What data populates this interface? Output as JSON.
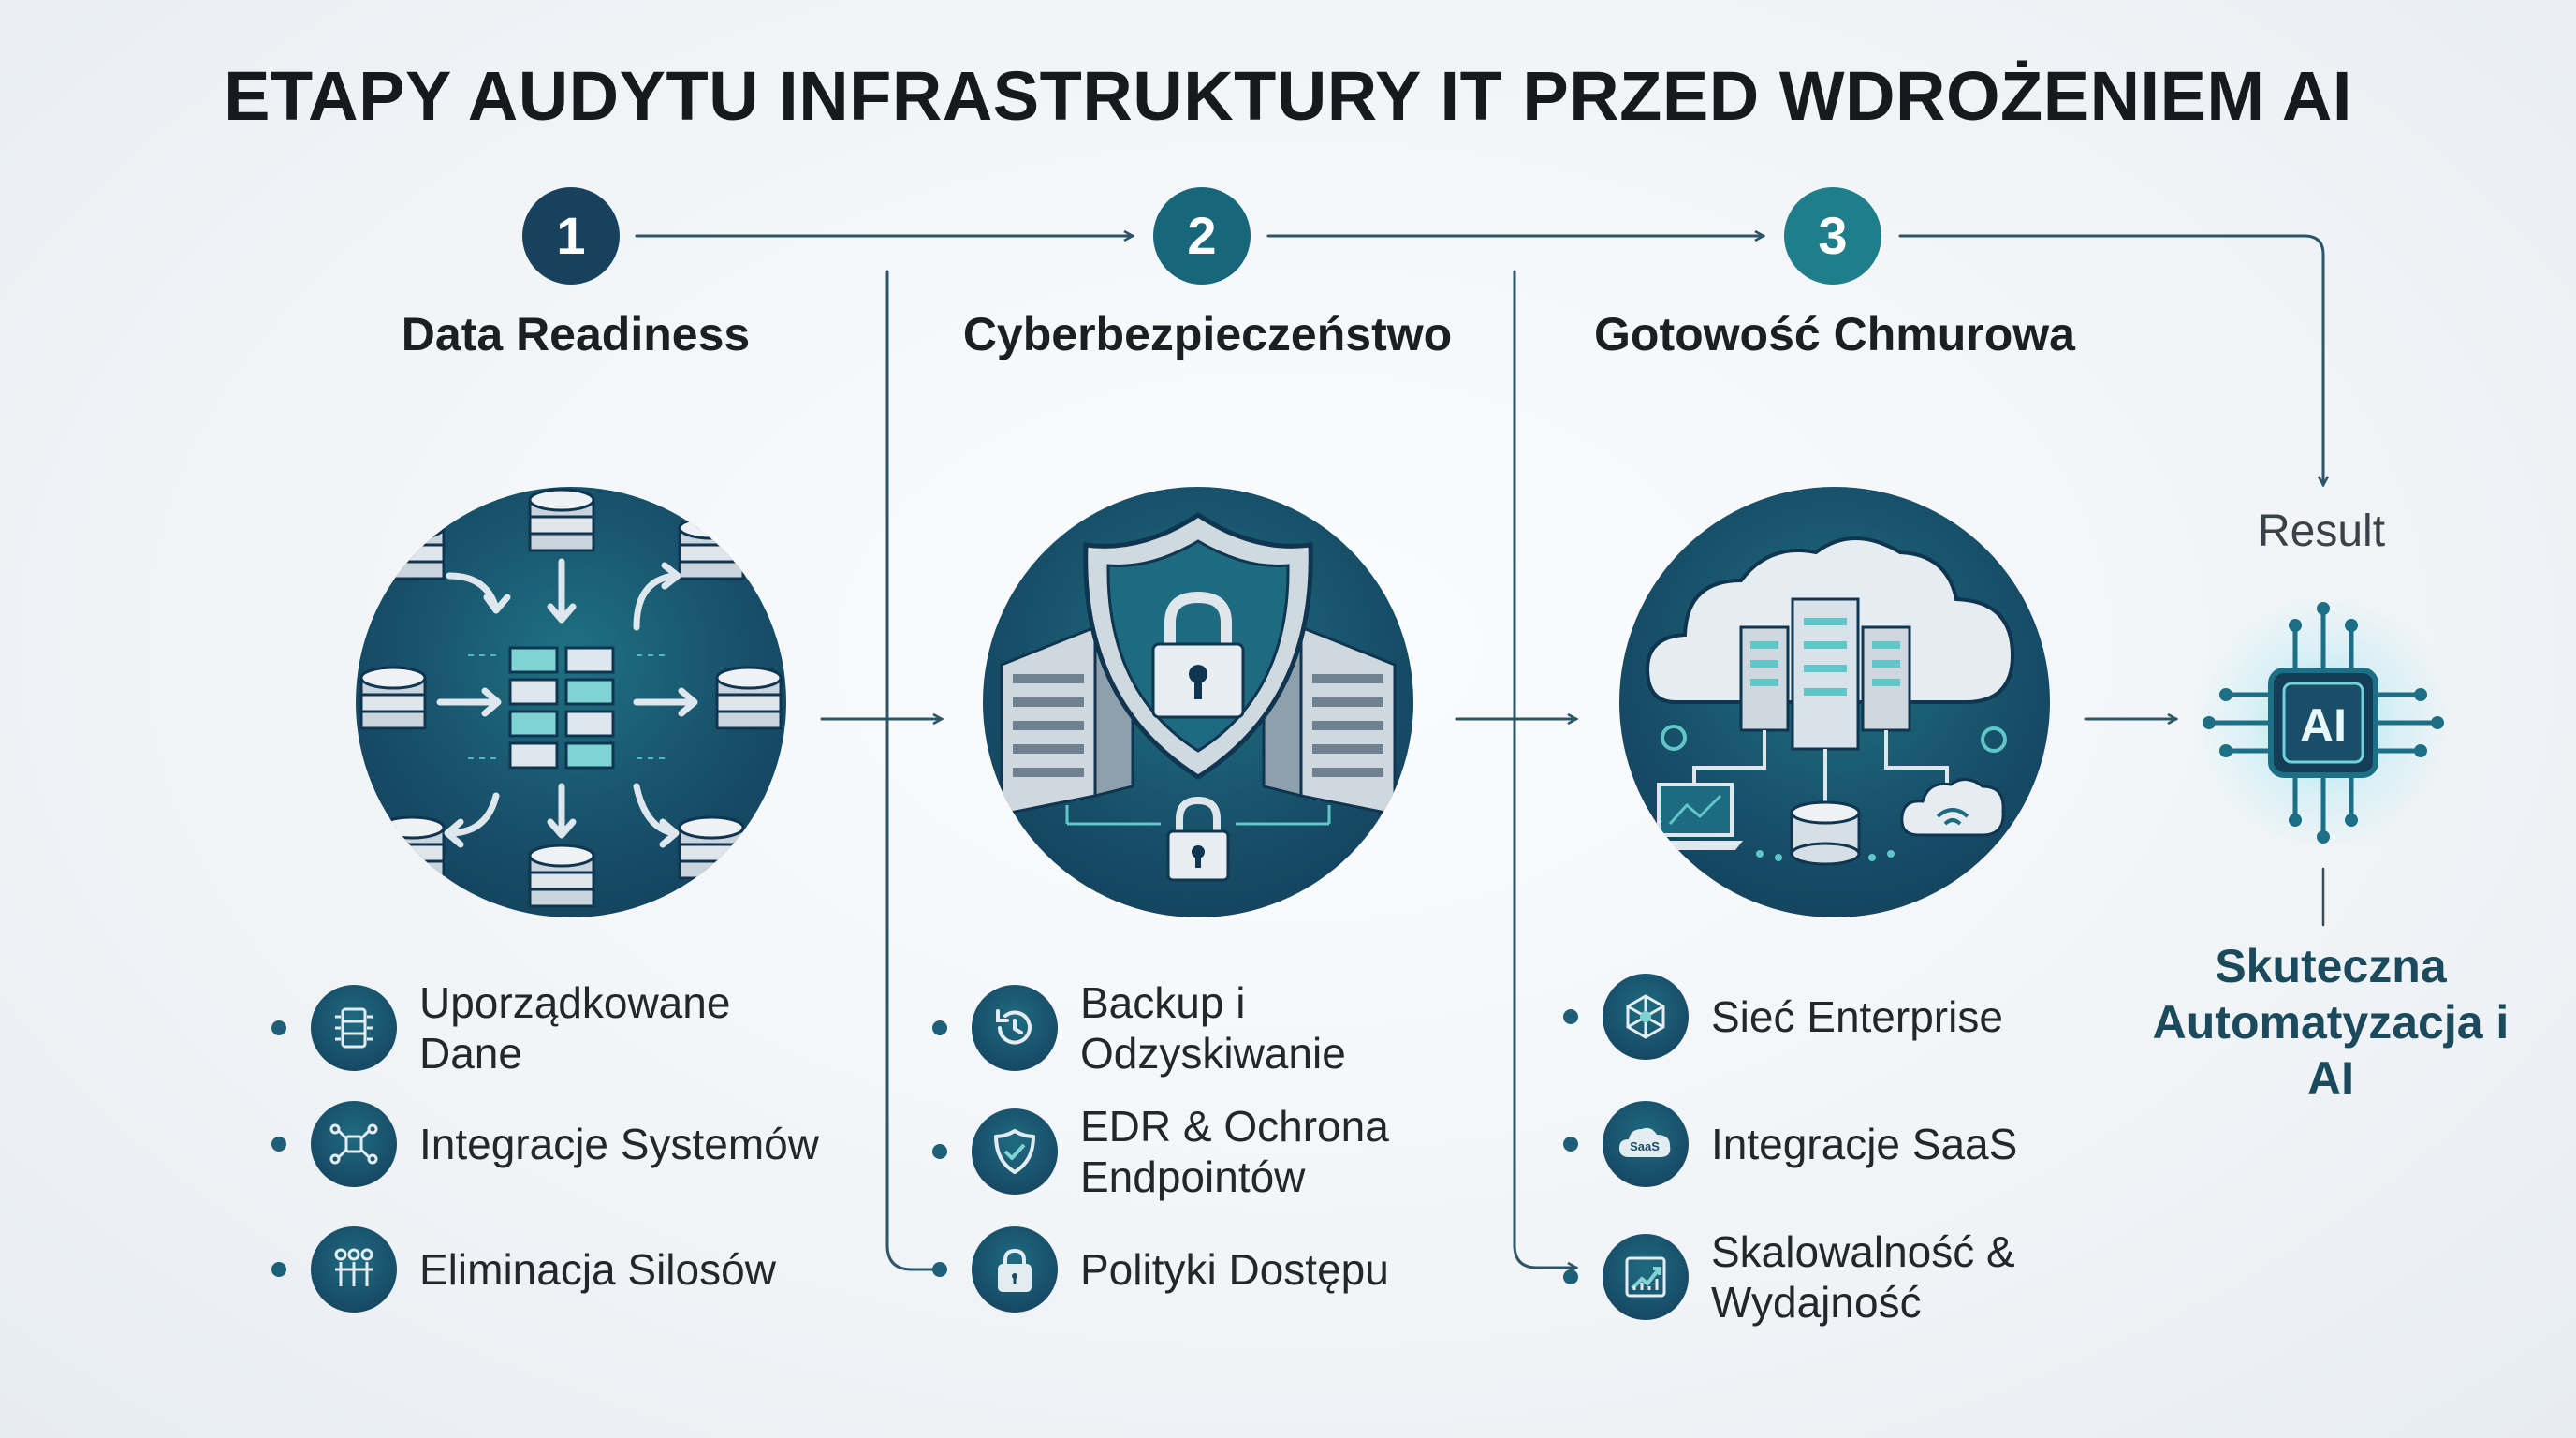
{
  "title": "ETAPY AUDYTU INFRASTRUKTURY IT PRZED WDROŻENIEM AI",
  "colors": {
    "stage1": "#17415d",
    "stage2": "#17667a",
    "stage3": "#1e7e89",
    "accent": "#5fc7c9",
    "line": "#2c5567"
  },
  "stages": [
    {
      "number": "1",
      "title": "Data Readiness",
      "items": [
        {
          "icon": "organized-data-icon",
          "label": "Uporządkowane Dane"
        },
        {
          "icon": "integration-icon",
          "label": "Integracje Systemów"
        },
        {
          "icon": "silo-elimination-icon",
          "label": "Eliminacja Silosów"
        }
      ]
    },
    {
      "number": "2",
      "title": "Cyberbezpieczeństwo",
      "items": [
        {
          "icon": "backup-restore-icon",
          "label": "Backup i Odzyskiwanie"
        },
        {
          "icon": "shield-check-icon",
          "label": "EDR & Ochrona Endpointów"
        },
        {
          "icon": "padlock-icon",
          "label": "Polityki Dostępu"
        }
      ]
    },
    {
      "number": "3",
      "title": "Gotowość Chmurowa",
      "items": [
        {
          "icon": "network-hub-icon",
          "label": "Sieć Enterprise"
        },
        {
          "icon": "saas-cloud-icon",
          "label": "Integracje SaaS"
        },
        {
          "icon": "growth-chart-icon",
          "label": "Skalowalność & Wydajność"
        }
      ]
    }
  ],
  "result": {
    "label": "Result",
    "chip_text": "AI",
    "text": "Skuteczna Automatyzacja i AI",
    "saas_badge": "SaaS"
  }
}
